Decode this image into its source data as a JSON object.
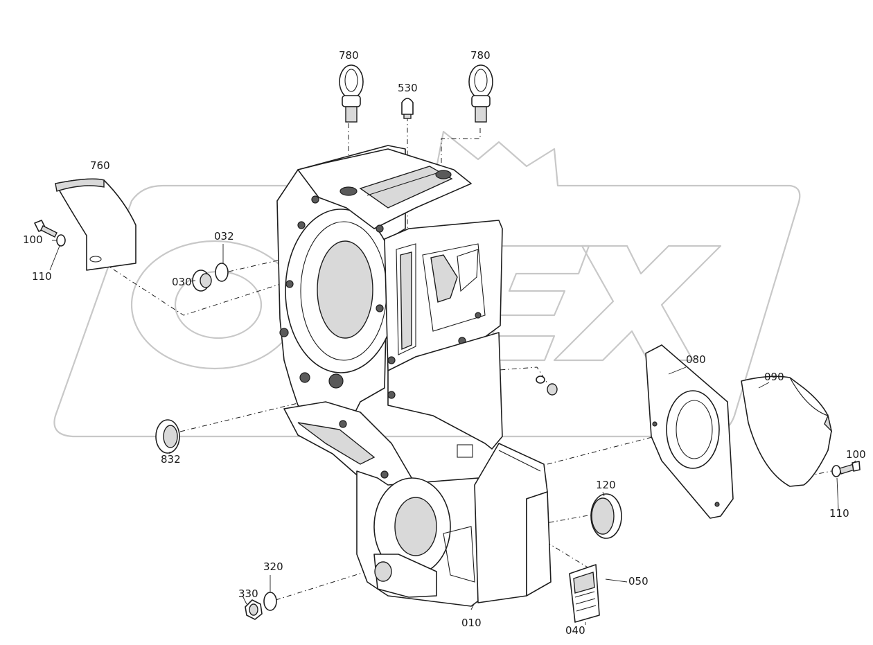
{
  "diagram": {
    "title": "",
    "watermark_text": "OPEX",
    "colors": {
      "line": "#1e1e1e",
      "watermark": "#c8c8c8",
      "background": "#ffffff"
    },
    "parts": [
      {
        "id": "010",
        "label": "010"
      },
      {
        "id": "030",
        "label": "030"
      },
      {
        "id": "032",
        "label": "032"
      },
      {
        "id": "040",
        "label": "040"
      },
      {
        "id": "050",
        "label": "050"
      },
      {
        "id": "080",
        "label": "080"
      },
      {
        "id": "090",
        "label": "090"
      },
      {
        "id": "100-left",
        "label": "100"
      },
      {
        "id": "100-right",
        "label": "100"
      },
      {
        "id": "110-left",
        "label": "110"
      },
      {
        "id": "110-right",
        "label": "110"
      },
      {
        "id": "120",
        "label": "120"
      },
      {
        "id": "320",
        "label": "320"
      },
      {
        "id": "330",
        "label": "330"
      },
      {
        "id": "530",
        "label": "530"
      },
      {
        "id": "760",
        "label": "760"
      },
      {
        "id": "780-left",
        "label": "780"
      },
      {
        "id": "780-right",
        "label": "780"
      },
      {
        "id": "832",
        "label": "832"
      }
    ]
  }
}
